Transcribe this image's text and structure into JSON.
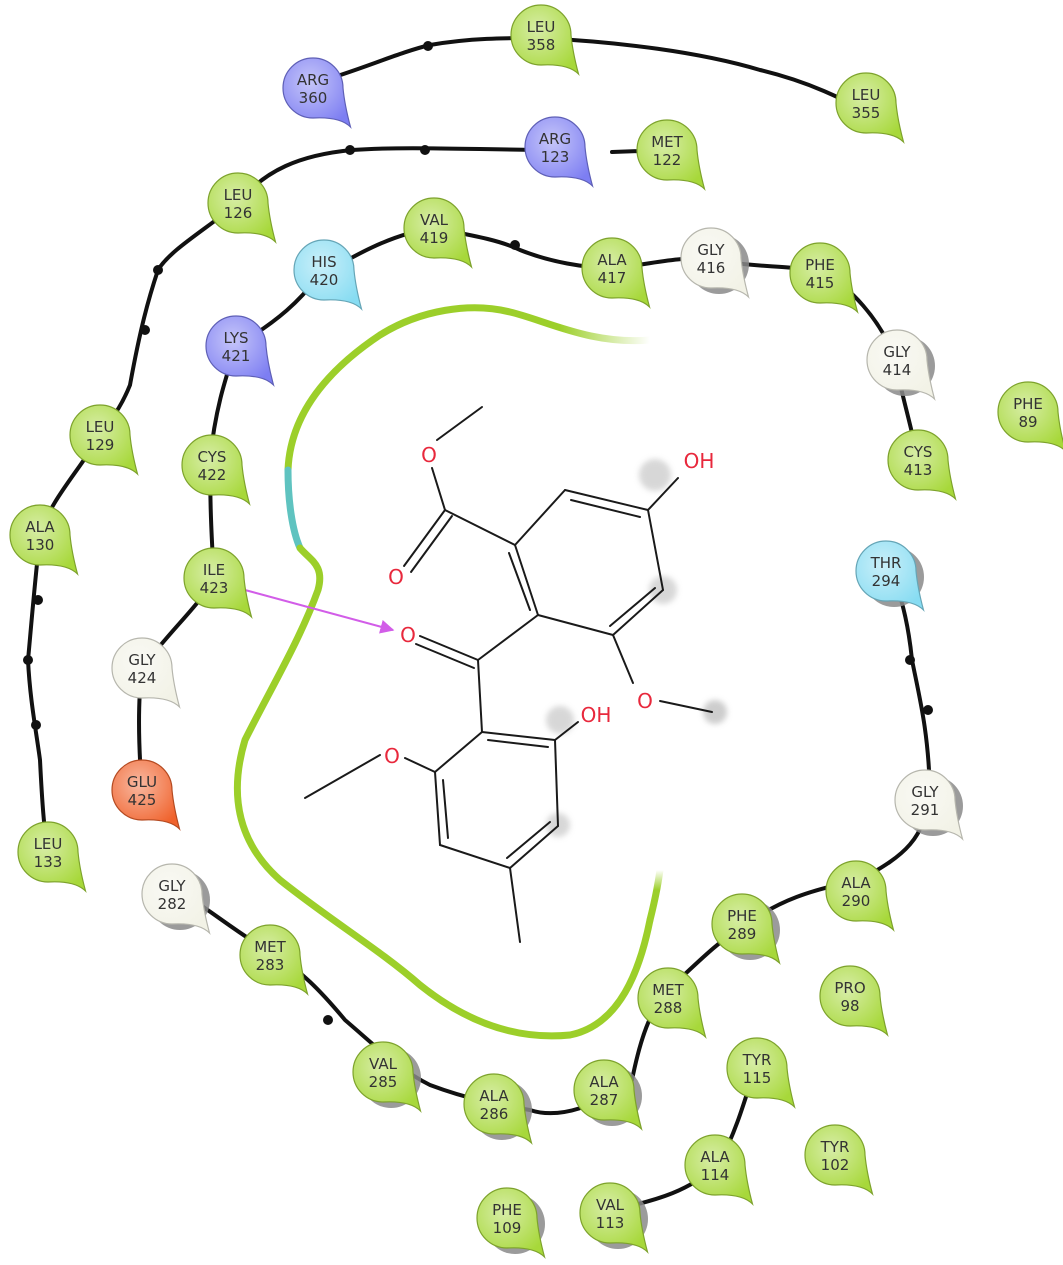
{
  "colors": {
    "hydrophobic": "#a7d83a",
    "polar": "#87dcf2",
    "positive": "#7d7ef2",
    "negative": "#f0622c",
    "glycine": "#f2f2e6",
    "hbond_arrow": "#d25de8",
    "pocket_line": "#9ccf2a",
    "oxygen": "#e8283c"
  },
  "residues": [
    {
      "name": "ARG",
      "num": "360",
      "type": "positive"
    },
    {
      "name": "LEU",
      "num": "358",
      "type": "hydrophobic"
    },
    {
      "name": "LEU",
      "num": "355",
      "type": "hydrophobic"
    },
    {
      "name": "ARG",
      "num": "123",
      "type": "positive"
    },
    {
      "name": "MET",
      "num": "122",
      "type": "hydrophobic"
    },
    {
      "name": "LEU",
      "num": "126",
      "type": "hydrophobic"
    },
    {
      "name": "VAL",
      "num": "419",
      "type": "hydrophobic"
    },
    {
      "name": "HIS",
      "num": "420",
      "type": "polar"
    },
    {
      "name": "ALA",
      "num": "417",
      "type": "hydrophobic"
    },
    {
      "name": "GLY",
      "num": "416",
      "type": "glycine"
    },
    {
      "name": "PHE",
      "num": "415",
      "type": "hydrophobic"
    },
    {
      "name": "LYS",
      "num": "421",
      "type": "positive"
    },
    {
      "name": "GLY",
      "num": "414",
      "type": "glycine"
    },
    {
      "name": "PHE",
      "num": "89",
      "type": "hydrophobic"
    },
    {
      "name": "LEU",
      "num": "129",
      "type": "hydrophobic"
    },
    {
      "name": "CYS",
      "num": "422",
      "type": "hydrophobic"
    },
    {
      "name": "CYS",
      "num": "413",
      "type": "hydrophobic"
    },
    {
      "name": "ALA",
      "num": "130",
      "type": "hydrophobic"
    },
    {
      "name": "ILE",
      "num": "423",
      "type": "hydrophobic"
    },
    {
      "name": "THR",
      "num": "294",
      "type": "polar"
    },
    {
      "name": "GLY",
      "num": "424",
      "type": "glycine"
    },
    {
      "name": "GLU",
      "num": "425",
      "type": "negative"
    },
    {
      "name": "GLY",
      "num": "291",
      "type": "glycine"
    },
    {
      "name": "LEU",
      "num": "133",
      "type": "hydrophobic"
    },
    {
      "name": "ALA",
      "num": "290",
      "type": "hydrophobic"
    },
    {
      "name": "GLY",
      "num": "282",
      "type": "glycine"
    },
    {
      "name": "PHE",
      "num": "289",
      "type": "hydrophobic"
    },
    {
      "name": "MET",
      "num": "283",
      "type": "hydrophobic"
    },
    {
      "name": "PRO",
      "num": "98",
      "type": "hydrophobic"
    },
    {
      "name": "MET",
      "num": "288",
      "type": "hydrophobic"
    },
    {
      "name": "VAL",
      "num": "285",
      "type": "hydrophobic"
    },
    {
      "name": "TYR",
      "num": "115",
      "type": "hydrophobic"
    },
    {
      "name": "ALA",
      "num": "286",
      "type": "hydrophobic"
    },
    {
      "name": "ALA",
      "num": "287",
      "type": "hydrophobic"
    },
    {
      "name": "TYR",
      "num": "102",
      "type": "hydrophobic"
    },
    {
      "name": "ALA",
      "num": "114",
      "type": "hydrophobic"
    },
    {
      "name": "PHE",
      "num": "109",
      "type": "hydrophobic"
    },
    {
      "name": "VAL",
      "num": "113",
      "type": "hydrophobic"
    }
  ],
  "ligand": {
    "atom_labels": [
      "O",
      "OH",
      "O",
      "O",
      "O",
      "O",
      "OH"
    ]
  }
}
